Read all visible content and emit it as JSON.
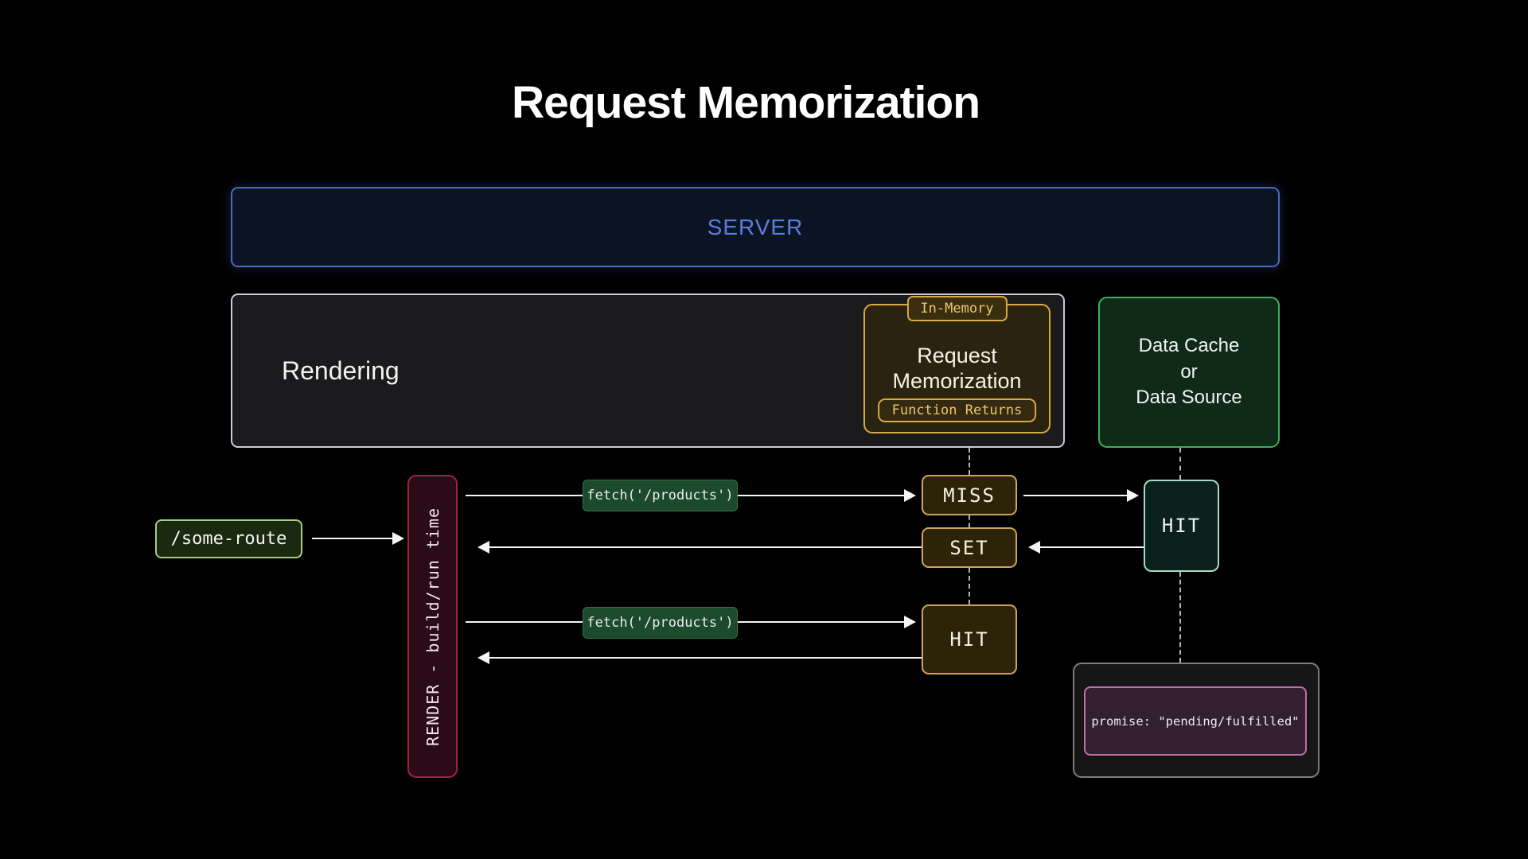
{
  "title": "Request Memorization",
  "server": {
    "label": "SERVER"
  },
  "rendering": {
    "label": "Rendering"
  },
  "memoization": {
    "tag": "In-Memory",
    "title": "Request Memorization",
    "button": "Function Returns"
  },
  "data_cache": {
    "line1": "Data Cache",
    "line2": "or",
    "line3": "Data Source"
  },
  "route": {
    "label": "/some-route"
  },
  "render_bar": {
    "label": "RENDER - build/run time"
  },
  "fetch_first": {
    "label": "fetch('/products')"
  },
  "fetch_second": {
    "label": "fetch('/products')"
  },
  "states": {
    "miss": "MISS",
    "set": "SET",
    "hit": "HIT"
  },
  "cache_hit": {
    "label": "HIT"
  },
  "promise": {
    "label": "promise: \"pending/fulfilled\""
  },
  "colors": {
    "background": "#000000",
    "server_border": "#4a6ab8",
    "server_text": "#5a7ee0",
    "rendering_border": "#c7ccd6",
    "gold_border": "#d9a943",
    "gold_text": "#eec768",
    "data_cache_border": "#3fae5e",
    "route_border": "#a9cc83",
    "render_bar_border": "#a32045",
    "fetch_bg": "#1c4a2c",
    "state_border": "#cfa45c",
    "hit_border": "#a5d9c9",
    "promise_border": "#c06fa9",
    "arrow": "#f5f5f5",
    "dashed_line": "#b5b5b5"
  }
}
